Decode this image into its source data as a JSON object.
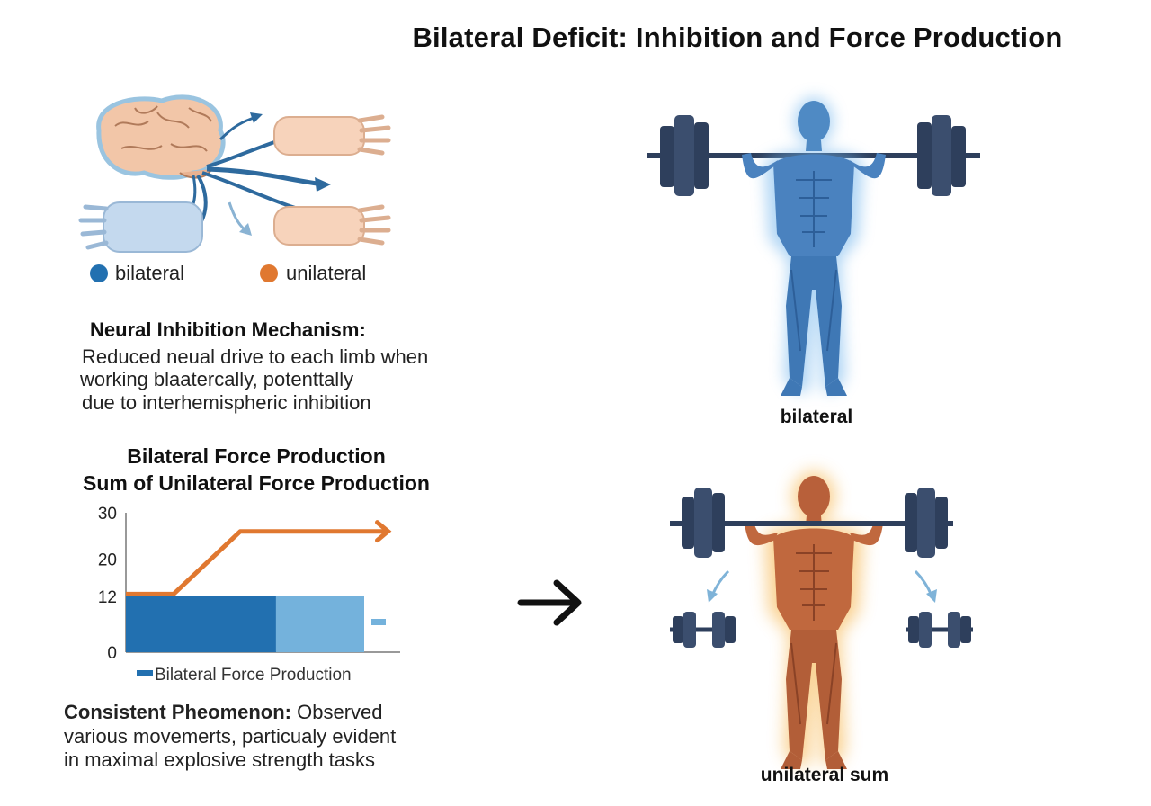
{
  "title": "Bilateral Deficit: Inhibition and Force Production",
  "legend": {
    "bilateral": "bilateral",
    "unilateral": "unilateral"
  },
  "neural": {
    "heading": "Neural Inhibition Mechanism:",
    "lines": [
      "Reduced neual drive to each limb when",
      "working blaatercally, potenttally",
      "due to interhemispheric inhibition"
    ]
  },
  "chart_data": {
    "type": "bar",
    "title_lines": [
      "Bilateral Force Production",
      "Sum of Unilateral Force Production"
    ],
    "y_ticks": [
      0,
      12,
      20,
      30
    ],
    "ylim": [
      0,
      30
    ],
    "bars": [
      {
        "x_start": 0,
        "x_end": 0.63,
        "value": 12,
        "color": "#2270b0"
      },
      {
        "x_start": 0.63,
        "x_end": 1.0,
        "value": 12,
        "color": "#74b2dc"
      }
    ],
    "line": {
      "color": "#e07830",
      "points": [
        [
          0,
          12.5
        ],
        [
          0.2,
          12.5
        ],
        [
          0.48,
          26
        ],
        [
          1.1,
          26
        ]
      ]
    },
    "legend_label": "Bilateral Force Production",
    "colors": {
      "bilateral": "#2270b0",
      "light": "#74b2dc",
      "unilateral": "#e07830"
    }
  },
  "phenomenon": {
    "heading": "Consistent Pheomenon:",
    "first_rest": " Observed",
    "lines": [
      "various movemerts, particualy evident",
      "in maximal explosive strength tasks"
    ]
  },
  "figures": {
    "top_label": "bilateral",
    "bottom_label": "unilateral sum"
  },
  "colors": {
    "bilateral_blue": "#2270b0",
    "unilateral_orange": "#e07830",
    "plate": "#2e3f5c"
  }
}
